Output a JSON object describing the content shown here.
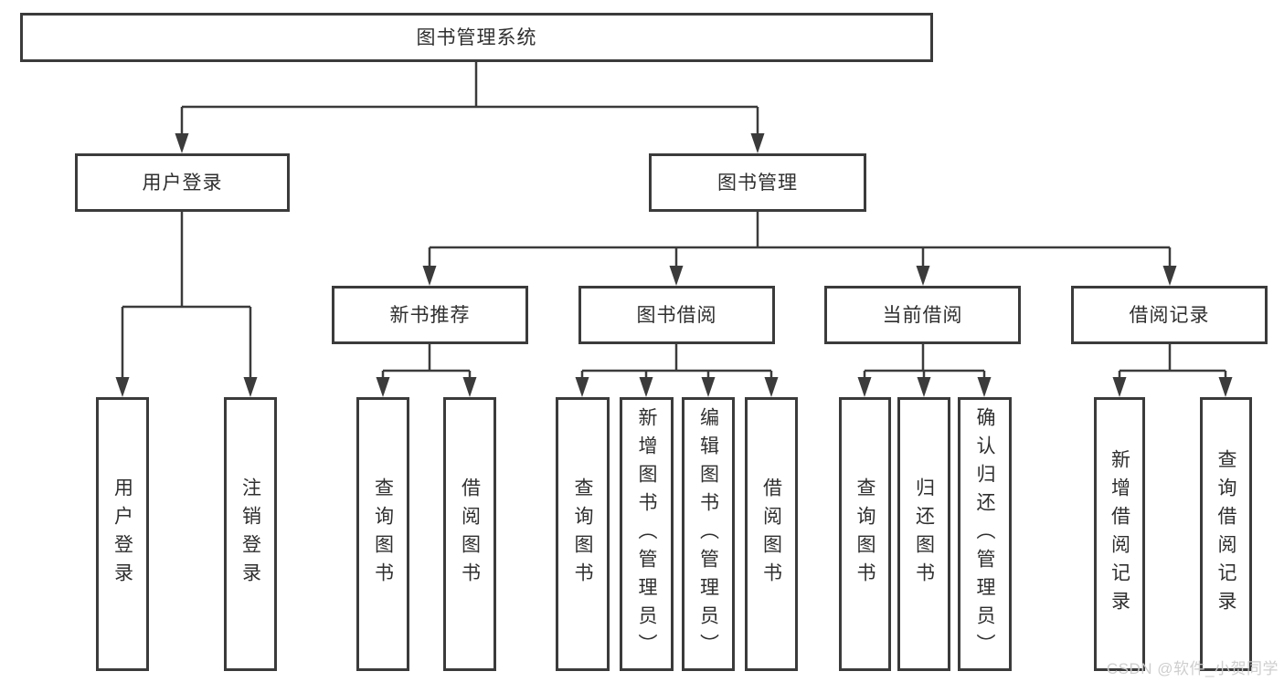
{
  "root": {
    "label": "图书管理系统"
  },
  "branches": [
    {
      "label": "用户登录",
      "children": [
        {
          "label": "用户登录"
        },
        {
          "label": "注销登录"
        }
      ]
    },
    {
      "label": "图书管理",
      "children": [
        {
          "label": "新书推荐",
          "children": [
            {
              "label": "查询图书"
            },
            {
              "label": "借阅图书"
            }
          ]
        },
        {
          "label": "图书借阅",
          "children": [
            {
              "label": "查询图书"
            },
            {
              "label": "新增图书（管理员）"
            },
            {
              "label": "编辑图书（管理员）"
            },
            {
              "label": "借阅图书"
            }
          ]
        },
        {
          "label": "当前借阅",
          "children": [
            {
              "label": "查询图书"
            },
            {
              "label": "归还图书"
            },
            {
              "label": "确认归还（管理员）"
            }
          ]
        },
        {
          "label": "借阅记录",
          "children": [
            {
              "label": "新增借阅记录"
            },
            {
              "label": "查询借阅记录"
            }
          ]
        }
      ]
    }
  ],
  "watermark": {
    "text": "CSDN @软件_小贺同学"
  },
  "colors": {
    "line": "#3b3b3b",
    "box_border": "#3b3b3b",
    "text": "#2f2f2f",
    "background": "#ffffff",
    "watermark": "#cccccc"
  }
}
